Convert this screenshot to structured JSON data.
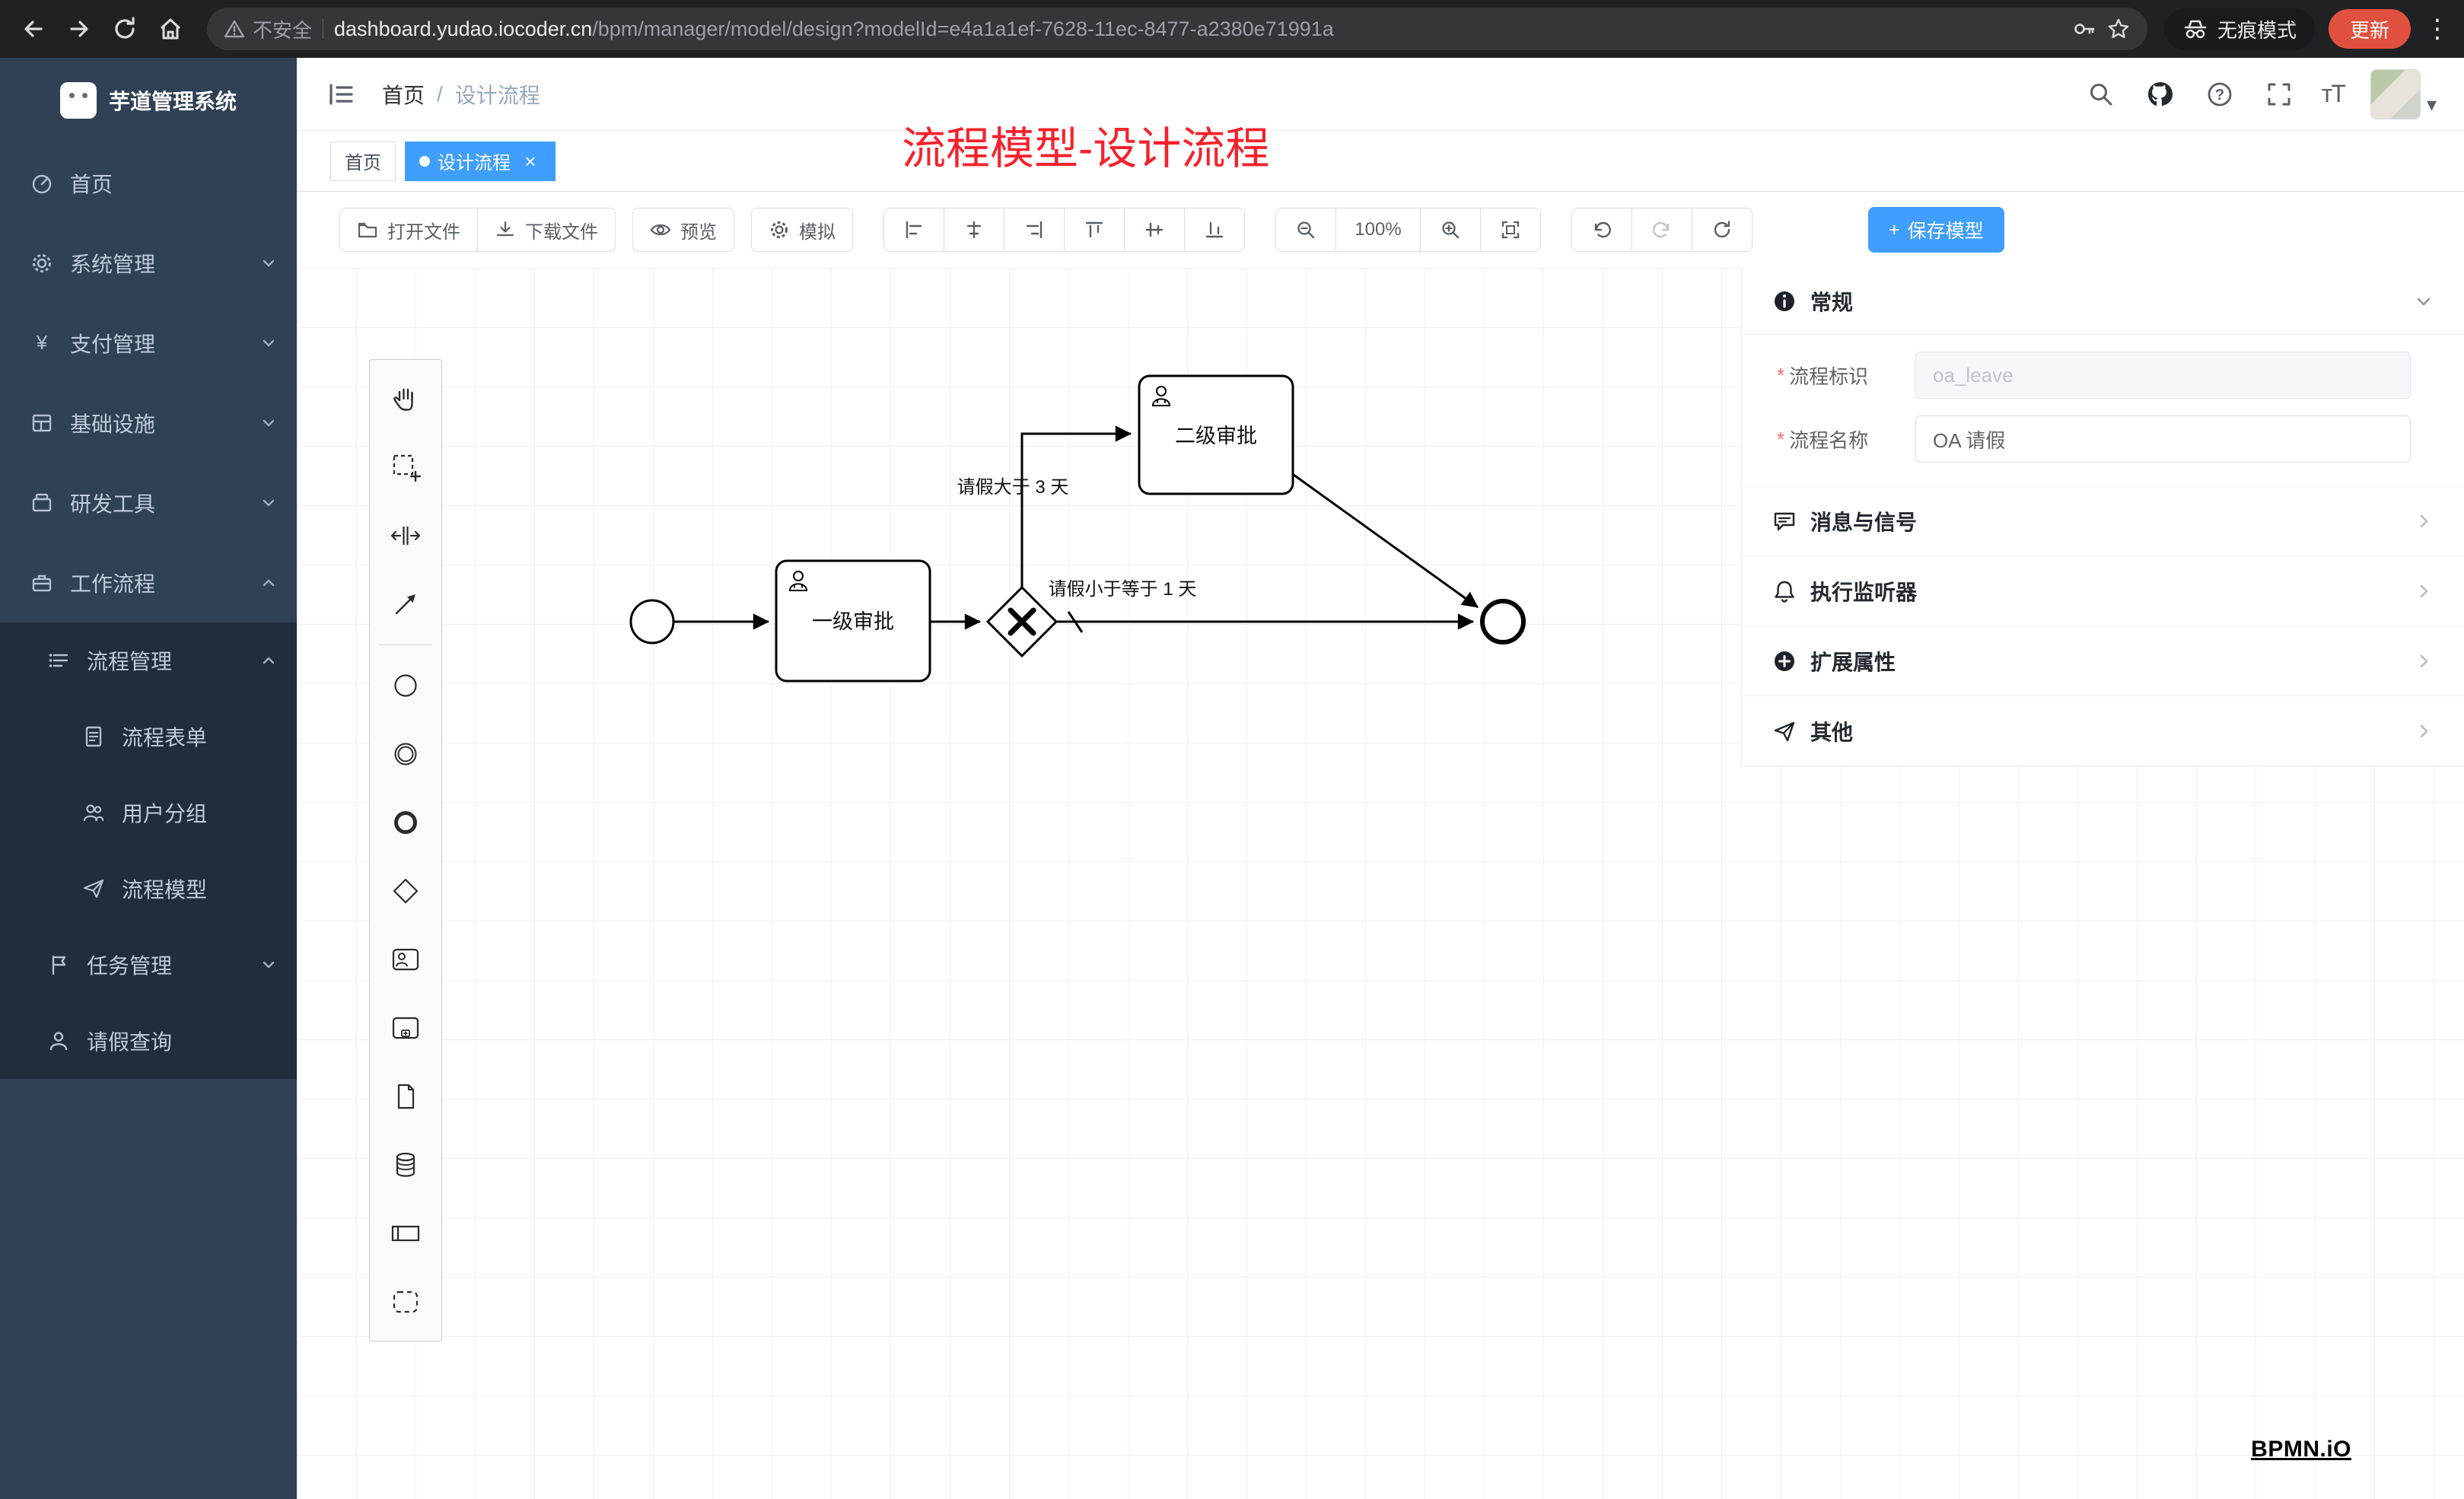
{
  "browser": {
    "security_label": "不安全",
    "url_host": "dashboard.yudao.iocoder.cn",
    "url_path": "/bpm/manager/model/design?modelId=e4a1a1ef-7628-11ec-8477-a2380e71991a",
    "incognito_label": "无痕模式",
    "update_label": "更新"
  },
  "icons": {
    "more": "⋮",
    "caret": "▾",
    "question": "?",
    "fontsize": "тT",
    "yen": "¥",
    "plus": "+"
  },
  "sidebar": {
    "logo_title": "芋道管理系统",
    "menu": [
      {
        "label": "首页"
      },
      {
        "label": "系统管理"
      },
      {
        "label": "支付管理"
      },
      {
        "label": "基础设施"
      },
      {
        "label": "研发工具"
      },
      {
        "label": "工作流程"
      },
      {
        "label": "流程管理"
      },
      {
        "label": "流程表单"
      },
      {
        "label": "用户分组"
      },
      {
        "label": "流程模型"
      },
      {
        "label": "任务管理"
      },
      {
        "label": "请假查询"
      }
    ]
  },
  "header": {
    "breadcrumb_home": "首页",
    "breadcrumb_sep": "/",
    "breadcrumb_current": "设计流程",
    "annotation": "流程模型-设计流程"
  },
  "tabs": [
    {
      "label": "首页"
    },
    {
      "label": "设计流程",
      "close": "×"
    }
  ],
  "toolbar": {
    "open": "打开文件",
    "download": "下载文件",
    "preview": "预览",
    "simulate": "模拟",
    "zoom": "100%",
    "save": "保存模型"
  },
  "diagram": {
    "task1": "一级审批",
    "task2": "二级审批",
    "flow_condition_gt": "请假大于 3 天",
    "flow_condition_le": "请假小于等于 1 天",
    "watermark": "BPMN.iO"
  },
  "panel": {
    "required_mark": "*",
    "general": {
      "title": "常规",
      "fields": [
        {
          "label": "流程标识",
          "value": "oa_leave"
        },
        {
          "label": "流程名称",
          "value": "OA 请假"
        }
      ]
    },
    "sections": [
      {
        "title": "消息与信号"
      },
      {
        "title": "执行监听器"
      },
      {
        "title": "扩展属性"
      },
      {
        "title": "其他"
      }
    ]
  }
}
